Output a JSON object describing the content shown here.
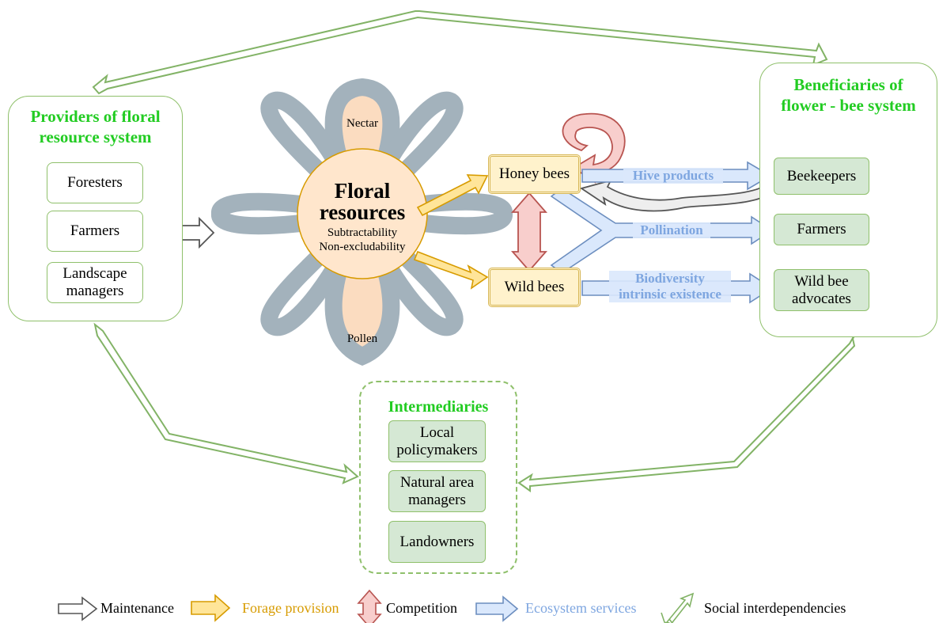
{
  "providers": {
    "title": "Providers of floral resource system",
    "items": [
      "Foresters",
      "Farmers",
      "Landscape managers"
    ]
  },
  "floral": {
    "title": "Floral resources",
    "subtitle1": "Subtractability",
    "subtitle2": "Non-excludability",
    "nectar": "Nectar",
    "pollen": "Pollen"
  },
  "bees": {
    "honey": "Honey bees",
    "wild": "Wild bees"
  },
  "services": {
    "hive": "Hive products",
    "pollination": "Pollination",
    "biodiversity": "Biodiversity intrinsic existence"
  },
  "beneficiaries": {
    "title": "Beneficiaries of flower - bee system",
    "items": [
      "Beekeepers",
      "Farmers",
      "Wild bee advocates"
    ]
  },
  "intermediaries": {
    "title": "Intermediaries",
    "items": [
      "Local policymakers",
      "Natural area managers",
      "Landowners"
    ]
  },
  "legend": {
    "maintenance": "Maintenance",
    "forage": "Forage provision",
    "competition": "Competition",
    "ecosystem": "Ecosystem services",
    "social": "Social interdependencies"
  },
  "colors": {
    "green_title": "#22cc22",
    "social_arrow": "#82b366",
    "forage_arrow": "#d79b00",
    "competition_arrow": "#b85450",
    "ecosystem_arrow": "#6c8ebf",
    "maintenance_arrow": "#666666",
    "petal": "#a3b2bc"
  }
}
